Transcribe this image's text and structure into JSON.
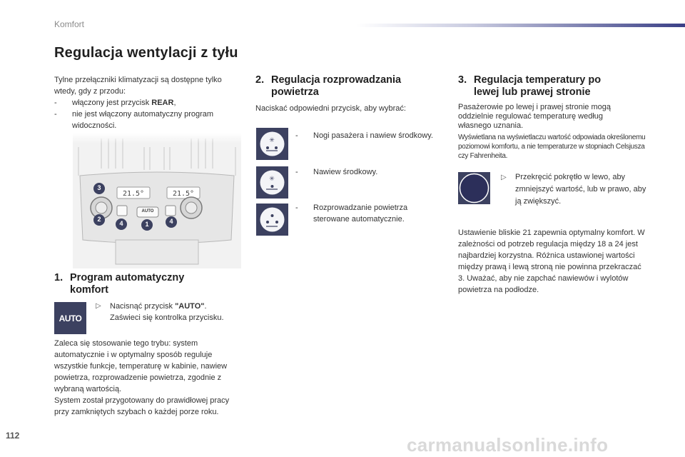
{
  "header": {
    "section": "Komfort"
  },
  "page_title": "Regulacja wentylacji z tyłu",
  "intro": {
    "text": "Tylne przełączniki klimatyzacji są dostępne tylko wtedy, gdy z przodu:",
    "bullets": [
      {
        "dash": "-",
        "text_pre": "włączony jest przycisk ",
        "bold": "REAR",
        "text_post": ","
      },
      {
        "dash": "-",
        "text": "nie jest włączony automatyczny program widoczności."
      }
    ]
  },
  "panel_image": {
    "display_left": "21.5°",
    "display_right": "21.5°",
    "auto_label": "AUTO",
    "callouts": [
      "3",
      "2",
      "4",
      "1",
      "4"
    ]
  },
  "section1": {
    "number": "1.",
    "title_line1": "Program automatyczny",
    "title_line2": "komfort",
    "button_label": "AUTO",
    "instruction_pre": "Nacisnąć przycisk ",
    "instruction_bold": "\"AUTO\"",
    "instruction_post": ".",
    "instruction_line2": "Zaświeci się kontrolka przycisku.",
    "body": "Zaleca się stosowanie tego trybu: system automatycznie i w optymalny sposób reguluje wszystkie funkcje, temperaturę w kabinie, nawiew powietrza, rozprowadzenie powietrza, zgodnie z wybraną wartością.",
    "body2": "System został przygotowany do prawidłowej pracy przy zamkniętych szybach o każdej porze roku."
  },
  "section2": {
    "number": "2.",
    "title_line1": "Regulacja rozprowadzania",
    "title_line2": "powietrza",
    "intro": "Naciskać odpowiedni przycisk, aby wybrać:",
    "options": [
      {
        "dash": "-",
        "text": "Nogi pasażera i nawiew środkowy.",
        "icon": "feet-and-center-vent-icon"
      },
      {
        "dash": "-",
        "text": "Nawiew środkowy.",
        "icon": "center-vent-icon"
      },
      {
        "dash": "-",
        "text": "Rozprowadzanie powietrza sterowane automatycznie.",
        "icon": "auto-distribution-icon"
      }
    ]
  },
  "section3": {
    "number": "3.",
    "title_line1": "Regulacja temperatury po",
    "title_line2": "lewej lub prawej stronie",
    "intro": "Pasażerowie po lewej i prawej stronie mogą oddzielnie regulować temperaturę według własnego uznania.",
    "note": "Wyświetlana na wyświetlaczu wartość odpowiada określonemu poziomowi komfortu, a nie temperaturze w stopniach Celsjusza czy Fahrenheita.",
    "instruction": "Przekręcić pokrętło w lewo, aby zmniejszyć wartość, lub w prawo, aby ją zwiększyć.",
    "body": "Ustawienie bliskie 21 zapewnia optymalny komfort. W zależności od potrzeb regulacja między 18 a 24 jest najbardziej korzystna. Różnica ustawionej wartości między prawą i lewą stroną nie powinna przekraczać 3. Uważać, aby nie zapchać nawiewów i wylotów powietrza na podłodze."
  },
  "footer": {
    "page_number": "112",
    "watermark": "carmanualsonline.info"
  },
  "colors": {
    "accent_navy": "#3c4160",
    "header_bar_dark": "#3a3f86",
    "circle_navy": "#2c2f5a"
  }
}
